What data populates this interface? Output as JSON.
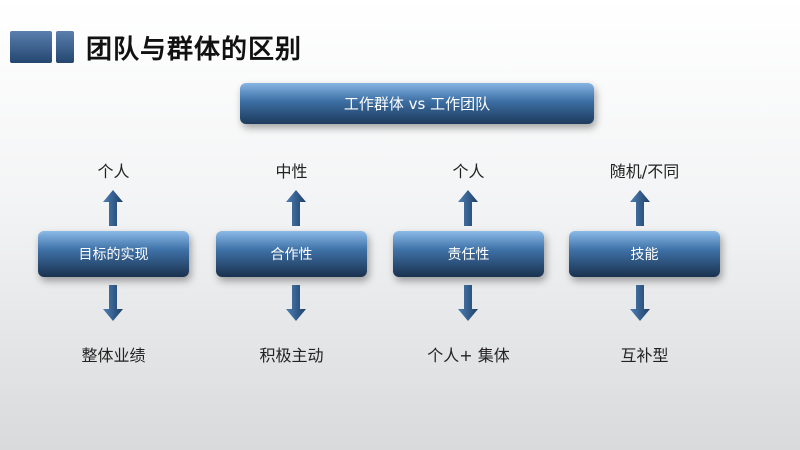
{
  "title": "团队与群体的区别",
  "header": "工作群体 vs 工作团队",
  "columns": [
    {
      "label": "目标的实现",
      "top": "个人",
      "bottom": "整体业绩"
    },
    {
      "label": "合作性",
      "top": "中性",
      "bottom": "积极主动"
    },
    {
      "label": "责任性",
      "top": "个人",
      "bottom": "个人+ 集体"
    },
    {
      "label": "技能",
      "top": "随机/不同",
      "bottom": "互补型"
    }
  ],
  "colors": {
    "accent_dark": "#1d3a5c",
    "accent_light": "#87b5e4",
    "arrow": "#2f5e93"
  }
}
